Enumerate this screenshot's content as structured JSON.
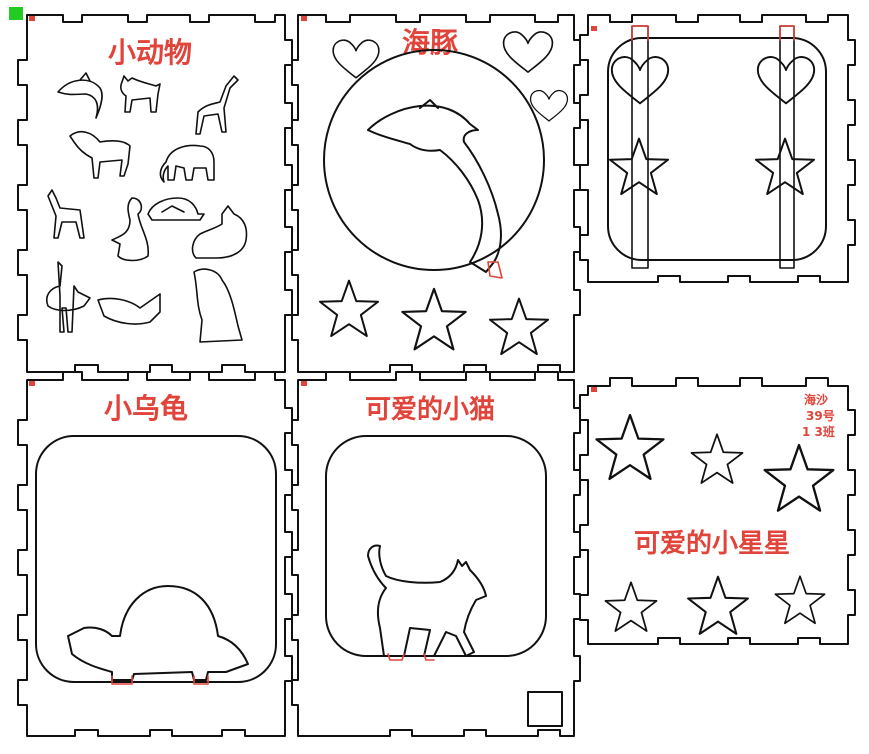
{
  "colors": {
    "cut_line": "#111111",
    "engrave_text": "#e0443a",
    "corner_marker": "#22cc22",
    "background": "#ffffff"
  },
  "panels": [
    {
      "id": "animals",
      "title": "小动物"
    },
    {
      "id": "dolphin",
      "title": "海豚"
    },
    {
      "id": "top",
      "title": ""
    },
    {
      "id": "turtle",
      "title": "小乌龟"
    },
    {
      "id": "cat",
      "title": "可爱的小猫"
    },
    {
      "id": "stars",
      "title": "可爱的小星星",
      "note_lines": [
        "海沙",
        "39号",
        "1 3班"
      ]
    }
  ],
  "icons": {
    "animals_panel": [
      "dolphin-icon",
      "cat-icon",
      "giraffe-icon",
      "horse-icon",
      "elephant-icon",
      "deer-icon",
      "seal-icon",
      "turtle-icon",
      "rabbit-icon",
      "ostrich-icon",
      "fish-icon",
      "penguin-icon"
    ],
    "dolphin_panel": [
      "heart-icon",
      "heart-icon",
      "heart-icon",
      "dolphin-icon",
      "star-icon",
      "star-icon",
      "star-icon"
    ],
    "top_panel": [
      "heart-icon",
      "heart-icon",
      "star-icon",
      "star-icon"
    ],
    "turtle_panel": [
      "turtle-icon"
    ],
    "cat_panel": [
      "cat-icon"
    ],
    "stars_panel": [
      "star-icon",
      "star-icon",
      "star-icon",
      "star-icon",
      "star-icon",
      "star-icon"
    ]
  }
}
